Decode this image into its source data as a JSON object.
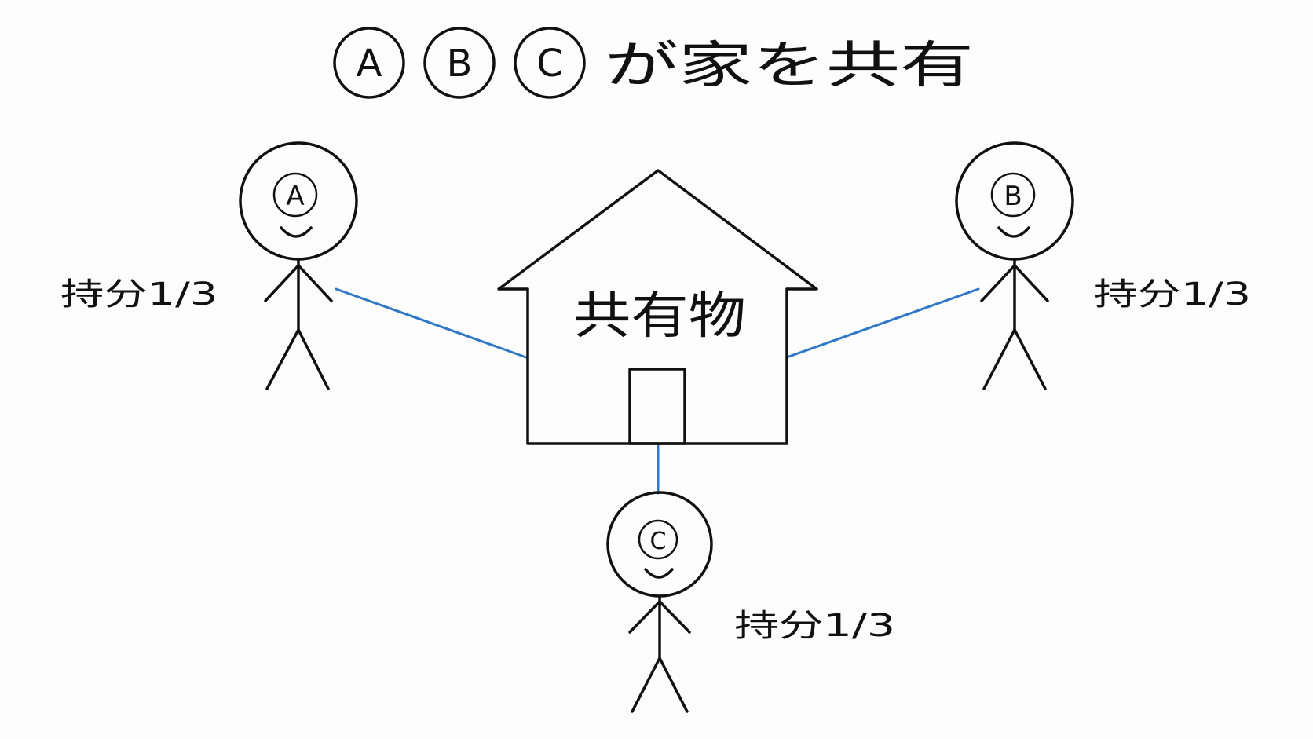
{
  "title": {
    "badges": [
      "A",
      "B",
      "C"
    ],
    "text": "が家を共有"
  },
  "house": {
    "label": "共有物"
  },
  "owners": [
    {
      "id": "a",
      "face_letter": "A",
      "share": "持分1/3"
    },
    {
      "id": "b",
      "face_letter": "B",
      "share": "持分1/3"
    },
    {
      "id": "c",
      "face_letter": "C",
      "share": "持分1/3"
    }
  ],
  "colors": {
    "ink": "#111111",
    "connector": "#2f78c8",
    "background": "#fdfdfd"
  }
}
